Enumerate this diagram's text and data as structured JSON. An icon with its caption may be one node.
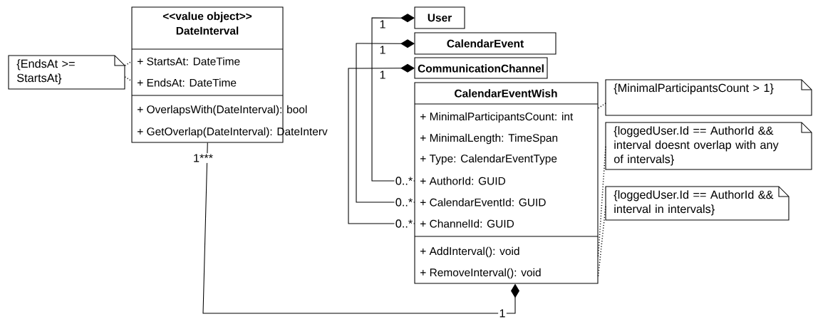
{
  "diagram": {
    "nodes": [
      {
        "text": [
          "{EndsAt >= StartsAt}"
        ]
      },
      {
        "text": [
          "<<value object>>",
          "DateInterval",
          "+ StartsAt: DateTime",
          "+ EndsAt: DateTime",
          "+ OverlapsWith(DateInterval): bool",
          "+ GetOverlap(DateInterval): DateInterv"
        ]
      },
      {
        "text": [
          "User"
        ]
      },
      {
        "text": [
          "CalendarEvent"
        ]
      },
      {
        "text": [
          "CommunicationChannel"
        ]
      },
      {
        "text": [
          "CalendarEventWish",
          "+ MinimalParticipantsCount: int",
          "+ MinimalLength: TimeSpan",
          "+ Type: CalendarEventType",
          "+ AuthorId: GUID",
          "+ CalendarEventId: GUID",
          "+ ChannelId: GUID",
          "+ AddInterval(): void",
          "+ RemoveInterval(): void"
        ]
      },
      {
        "text": [
          "{MinimalParticipantsCount > 1}"
        ]
      },
      {
        "text": [
          "{loggedUser.Id == AuthorId && interval doesnt overlap with any of intervals}"
        ]
      },
      {
        "text": [
          "{loggedUser.Id == AuthorId && interval in intervals}"
        ]
      }
    ],
    "edges": [
      {
        "from": 0,
        "to": 1,
        "arrow": "none",
        "style": "dashed"
      },
      {
        "from": 0,
        "to": 1,
        "arrow": "none",
        "style": "dashed"
      },
      {
        "from": 5,
        "to": 2,
        "arrow": "other"
      },
      {
        "from": 5,
        "to": 3,
        "arrow": "other"
      },
      {
        "from": 5,
        "to": 4,
        "arrow": "other"
      },
      {
        "from": 1,
        "to": 5,
        "arrow": "other"
      },
      {
        "from": 6,
        "to": 5,
        "arrow": "none",
        "style": "dashed"
      },
      {
        "from": 7,
        "to": 5,
        "arrow": "none",
        "style": "dashed"
      },
      {
        "from": 8,
        "to": 5,
        "arrow": "none",
        "style": "dashed"
      }
    ],
    "labels": [
      "1",
      "1",
      "1",
      "1***",
      "0..*",
      "0..*",
      "0..*",
      "1"
    ]
  }
}
